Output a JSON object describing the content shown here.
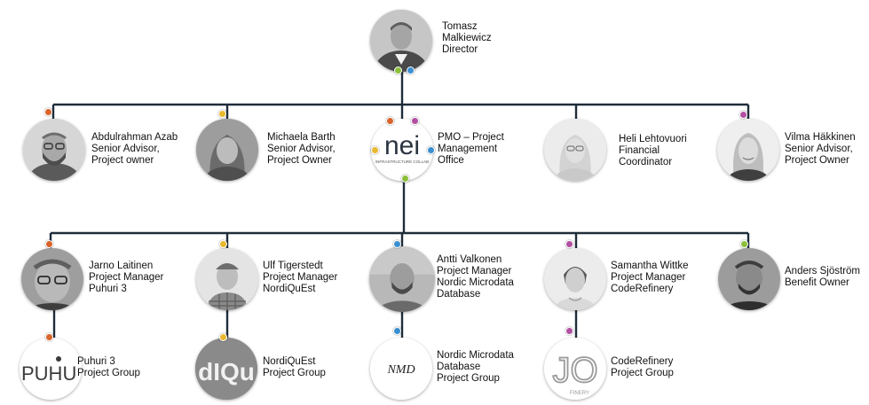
{
  "colors": {
    "line": "#1f2d3a",
    "dot_orange": "#d9642b",
    "dot_green": "#8bbf3a",
    "dot_blue": "#3a8fd0",
    "dot_purple": "#b24fa2",
    "dot_yellow": "#e8b92e"
  },
  "nodes": {
    "director": {
      "lines": [
        "Tomasz",
        "Malkiewicz",
        "Director"
      ]
    },
    "azab": {
      "lines": [
        "Abdulrahman Azab",
        "Senior Advisor,",
        "Project owner"
      ]
    },
    "barth": {
      "lines": [
        "Michaela Barth",
        "Senior Advisor,",
        "Project Owner"
      ]
    },
    "pmo": {
      "lines": [
        "PMO – Project",
        "Management",
        "Office"
      ],
      "logo_text": "nei",
      "logo_subtext": "INFRASTRUCTURE COLLAB"
    },
    "lehtovuori": {
      "lines": [
        "Heli Lehtovuori",
        "Financial",
        "Coordinator"
      ]
    },
    "hakkinen": {
      "lines": [
        "Vilma Häkkinen",
        "Senior Advisor,",
        "Project Owner"
      ]
    },
    "laitinen": {
      "lines": [
        "Jarno Laitinen",
        "Project Manager",
        "Puhuri 3"
      ]
    },
    "tigerstedt": {
      "lines": [
        "Ulf Tigerstedt",
        "Project Manager",
        "NordiQuEst"
      ]
    },
    "valkonen": {
      "lines": [
        "Antti Valkonen",
        "Project Manager",
        "Nordic Microdata",
        "Database"
      ]
    },
    "wittke": {
      "lines": [
        "Samantha Wittke",
        "Project Manager",
        "CodeRefinery"
      ]
    },
    "sjostrom": {
      "lines": [
        "Anders Sjöström",
        "Benefit Owner"
      ]
    },
    "puhuri_group": {
      "lines": [
        "Puhuri 3",
        "Project Group"
      ],
      "logo_text": "PUHU"
    },
    "nordiquest_group": {
      "lines": [
        "NordiQuEst",
        "Project Group"
      ],
      "logo_text": "dIQu"
    },
    "nmd_group": {
      "lines": [
        "Nordic Microdata",
        "Database",
        "Project Group"
      ],
      "logo_text": "NMD"
    },
    "coderefinery_group": {
      "lines": [
        "CodeRefinery",
        "Project Group"
      ],
      "logo_text": "JO",
      "logo_subtext": "FINERY"
    }
  }
}
